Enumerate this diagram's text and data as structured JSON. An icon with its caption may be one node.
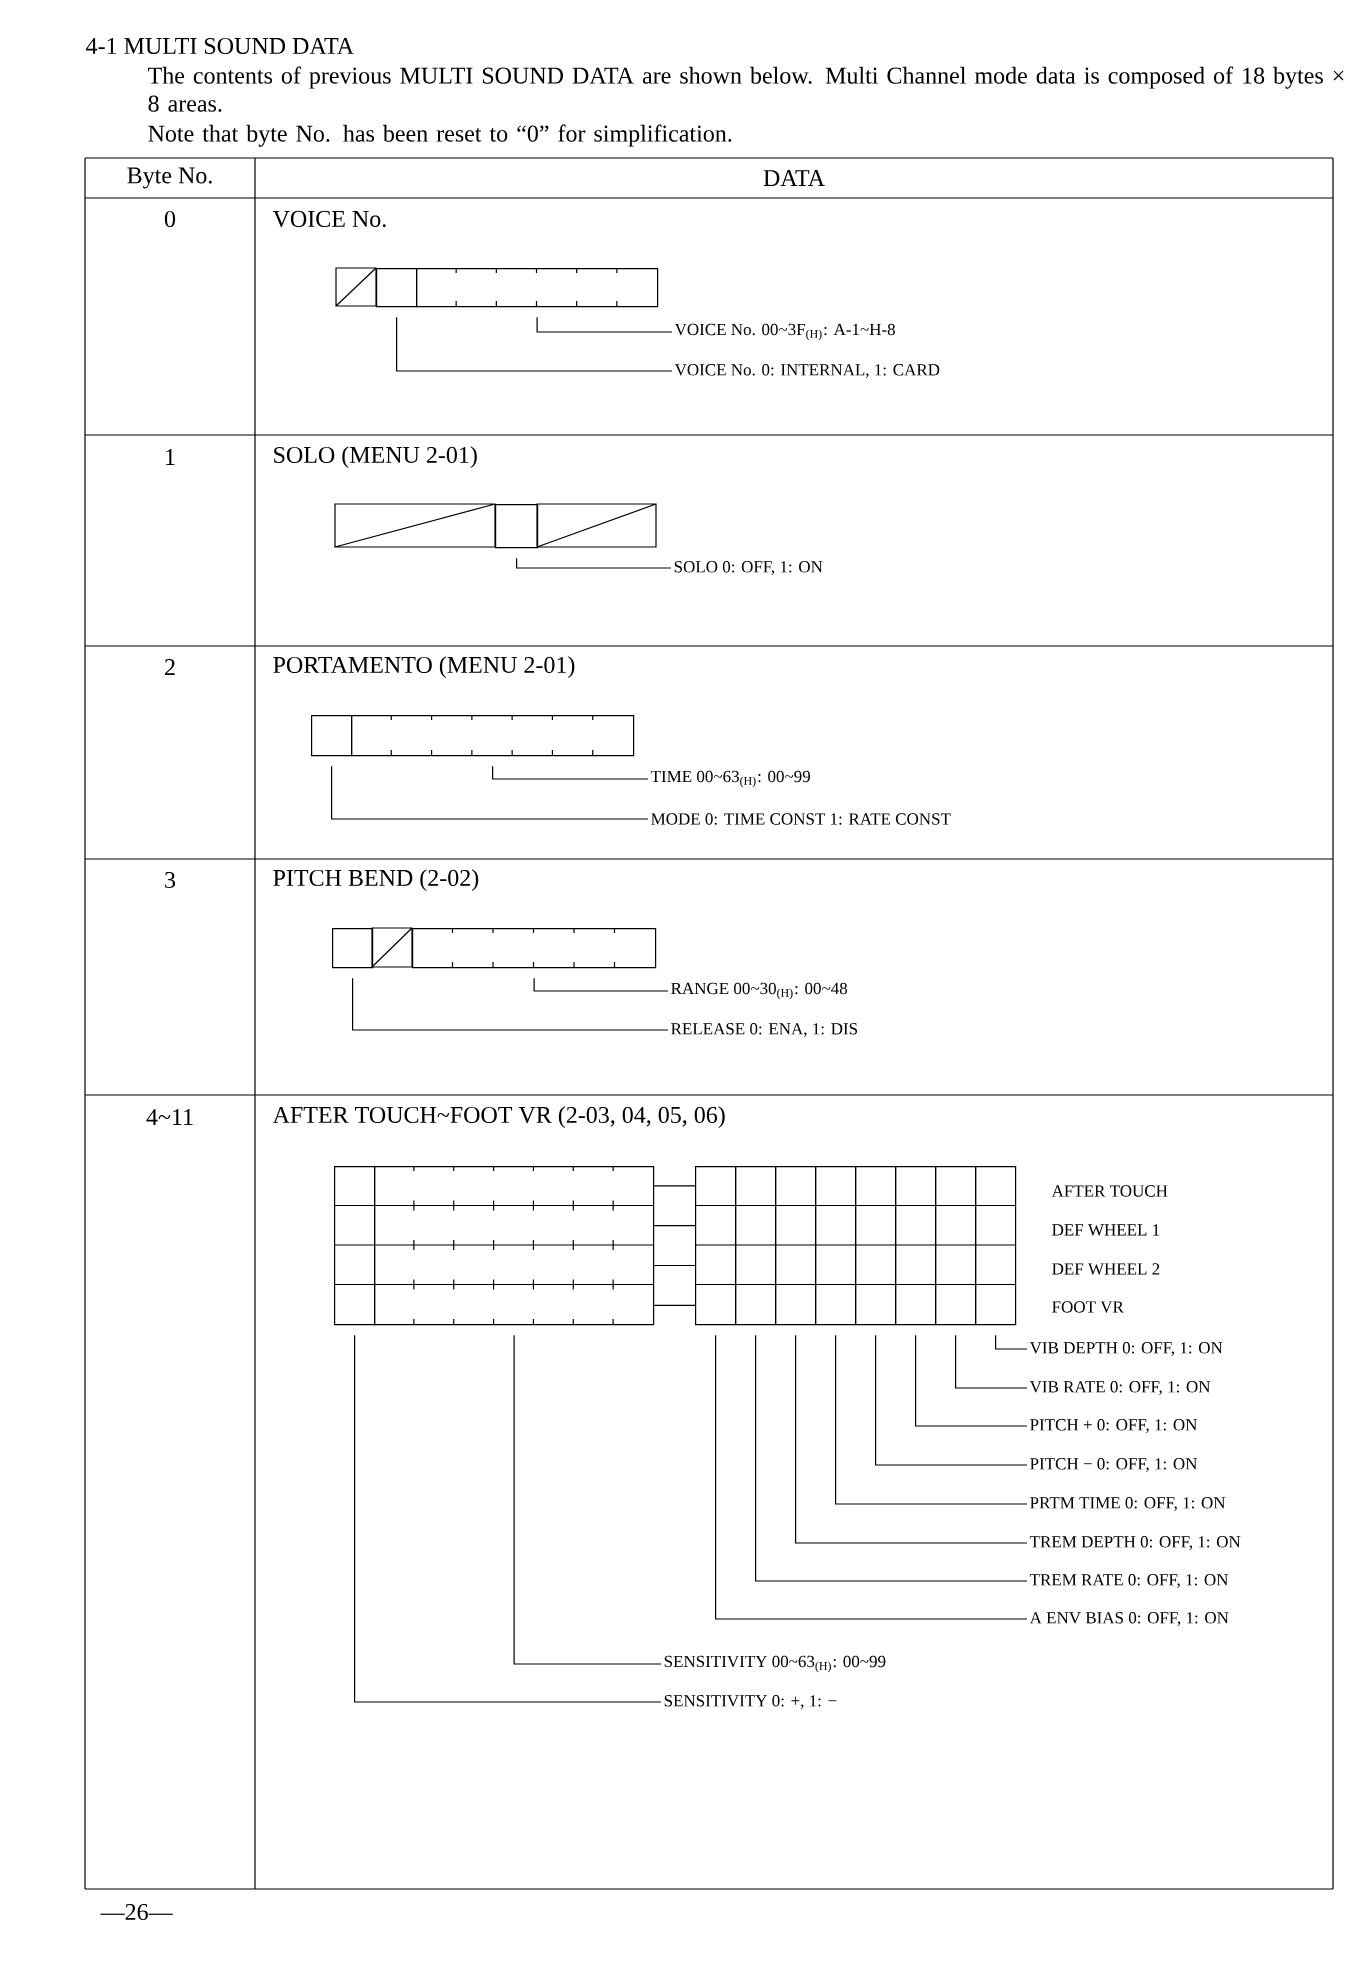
{
  "diagram": {
    "title": "4-1 MULTI SOUND DATA",
    "nodes": [
      {
        "text": [],
        "shape": "box"
      },
      {
        "text": [],
        "shape": "box"
      },
      {
        "text": [
          "VOICE No. 00~3F$_{(H)}$: A-1~H-8"
        ]
      },
      {
        "text": [
          "VOICE No. 0: INTERNAL, 1: CARD"
        ]
      },
      {
        "text": [],
        "shape": "box"
      },
      {
        "text": [
          "SOLO 0: OFF, 1: ON"
        ]
      },
      {
        "text": [],
        "shape": "box"
      },
      {
        "text": [],
        "shape": "box"
      },
      {
        "text": [
          "TIME 00~63$_{(H)}$: 00~99"
        ]
      },
      {
        "text": [
          "MODE 0: TIME CONST 1: RATE CONST"
        ]
      },
      {
        "text": [],
        "shape": "box"
      },
      {
        "text": [],
        "shape": "box"
      },
      {
        "text": [
          "RANGE 00~30$_{(H)}$: 00~48"
        ]
      },
      {
        "text": [
          "RELEASE 0: ENA, 1: DIS"
        ]
      },
      {
        "text": [],
        "shape": "box"
      },
      {
        "text": [],
        "shape": "box"
      },
      {
        "text": [],
        "shape": "box"
      },
      {
        "text": [],
        "shape": "box"
      },
      {
        "text": [],
        "shape": "box"
      },
      {
        "text": [],
        "shape": "box"
      },
      {
        "text": [],
        "shape": "box"
      },
      {
        "text": [],
        "shape": "box"
      },
      {
        "text": [],
        "shape": "box"
      },
      {
        "text": [],
        "shape": "box"
      },
      {
        "text": [
          "VIB DEPTH 0: OFF, 1: ON"
        ]
      },
      {
        "text": [
          "VIB RATE 0: OFF, 1: ON"
        ]
      },
      {
        "text": [
          "PITCH + 0: OFF, 1: ON"
        ]
      },
      {
        "text": [
          "PITCH − 0: OFF, 1: ON"
        ]
      },
      {
        "text": [
          "PRTM TIME 0: OFF, 1: ON"
        ]
      },
      {
        "text": [
          "TREM DEPTH 0: OFF, 1: ON"
        ]
      },
      {
        "text": [
          "TREM RATE 0: OFF, 1: ON"
        ]
      },
      {
        "text": [
          "A ENV BIAS 0: OFF, 1: ON"
        ]
      },
      {
        "text": [
          "SENSITIVITY 00~63$_{(H)}$: 00~99"
        ]
      },
      {
        "text": [
          "SENSITIVITY 0: +, 1: −"
        ]
      }
    ],
    "edges": [
      {
        "from": 2,
        "to": 1,
        "arrow": "none"
      },
      {
        "from": 3,
        "to": 0,
        "arrow": "none"
      },
      {
        "from": 5,
        "to": 4,
        "arrow": "none"
      },
      {
        "from": 8,
        "to": 7,
        "arrow": "none"
      },
      {
        "from": 9,
        "to": 6,
        "arrow": "none"
      },
      {
        "from": 12,
        "to": 11,
        "arrow": "none"
      },
      {
        "from": 13,
        "to": 10,
        "arrow": "none"
      },
      {
        "from": 24,
        "to": 23,
        "arrow": "none"
      },
      {
        "from": 25,
        "to": 22,
        "arrow": "none"
      },
      {
        "from": 26,
        "to": 21,
        "arrow": "none"
      },
      {
        "from": 27,
        "to": 20,
        "arrow": "none"
      },
      {
        "from": 28,
        "to": 19,
        "arrow": "none"
      },
      {
        "from": 29,
        "to": 18,
        "arrow": "none"
      },
      {
        "from": 30,
        "to": 17,
        "arrow": "none"
      },
      {
        "from": 31,
        "to": 16,
        "arrow": "none"
      },
      {
        "from": 32,
        "to": 15,
        "arrow": "none"
      },
      {
        "from": 33,
        "to": 14,
        "arrow": "none"
      },
      {
        "from": 15,
        "to": 16,
        "arrow": "none"
      },
      {
        "from": 15,
        "to": 16,
        "arrow": "none"
      },
      {
        "from": 15,
        "to": 16,
        "arrow": "none"
      },
      {
        "from": 15,
        "to": 16,
        "arrow": "none"
      }
    ],
    "labels": [
      "The contents of previous MULTI SOUND DATA are shown below. Multi Channel mode data is composed of 18 bytes × 8 areas.",
      "Note that byte No. has been reset to “0” for simplification.",
      "Byte No.",
      "DATA",
      "0",
      "VOICE No.",
      "1",
      "SOLO (MENU 2-01)",
      "2",
      "PORTAMENTO (MENU 2-01)",
      "3",
      "PITCH BEND (2-02)",
      "4~11",
      "AFTER TOUCH~FOOT VR (2-03, 04, 05, 06)",
      "AFTER TOUCH",
      "DEF WHEEL 1",
      "DEF WHEEL 2",
      "FOOT VR",
      "—26—"
    ]
  }
}
